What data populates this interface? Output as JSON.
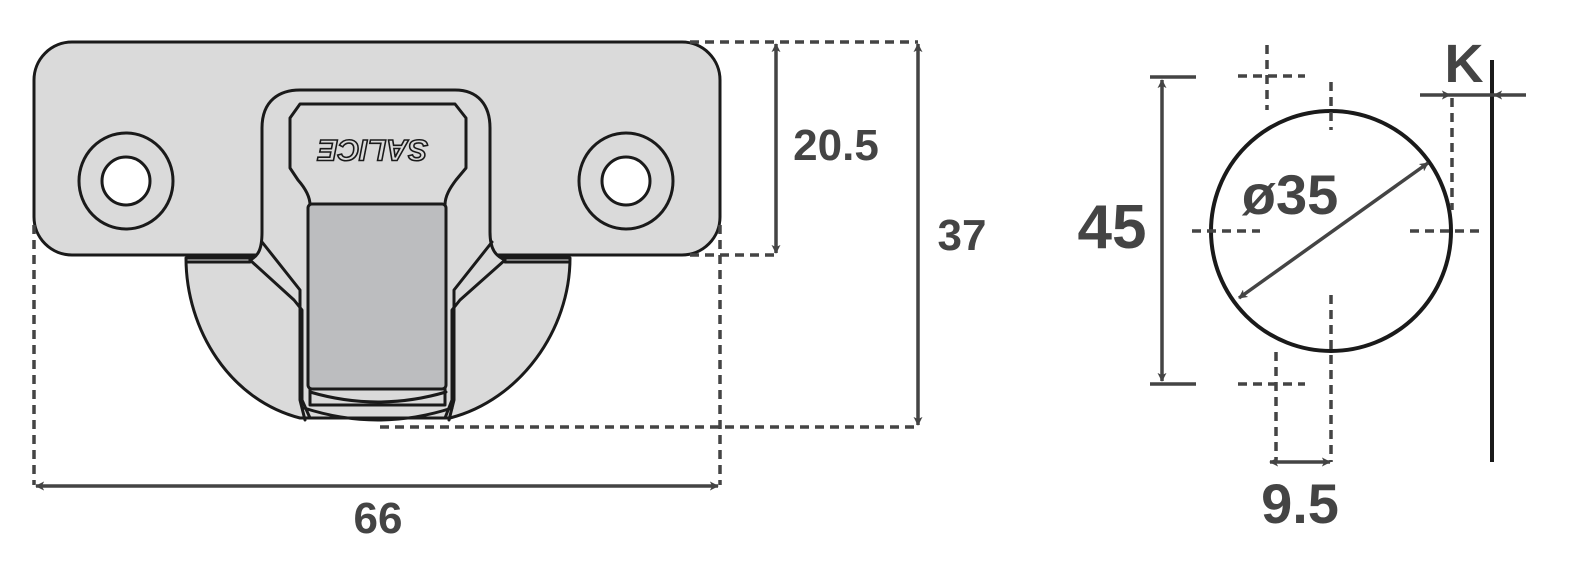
{
  "drawing": {
    "type": "technical-drawing",
    "subject": "cabinet hinge mounting plate with cup drilling diagram",
    "brand_mark": "SALICE",
    "colors": {
      "part_fill": "#dadada",
      "slot_fill": "#bcbdbf",
      "outline": "#1a1a1a",
      "dimension": "#444444"
    }
  },
  "hinge_view": {
    "dimensions": {
      "width": "66",
      "plate_height": "20.5",
      "total_height": "37"
    }
  },
  "drilling_view": {
    "dimensions": {
      "cup_diameter": "ø35",
      "screw_spacing": "45",
      "screw_offset": "9.5",
      "edge_distance": "K"
    }
  }
}
